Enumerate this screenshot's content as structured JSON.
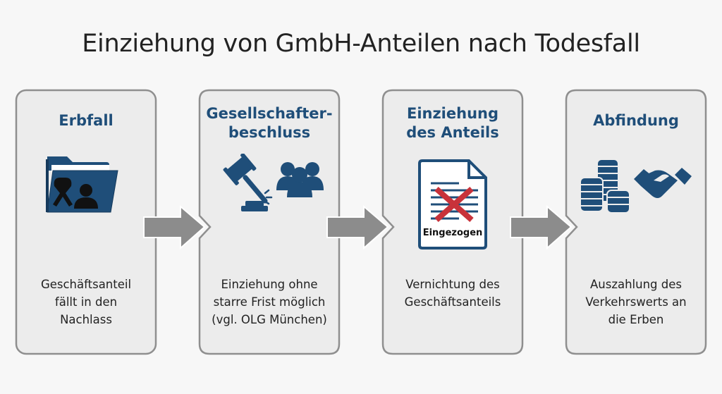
{
  "title": "Einziehung von GmbH-Anteilen nach Todesfall",
  "steps": [
    {
      "heading_lines": [
        "Erbfall"
      ],
      "icon": "folder-ribbon-person-icon",
      "desc_lines": [
        "Geschäftsanteil",
        "fällt in den",
        "Nachlass"
      ]
    },
    {
      "heading_lines": [
        "Gesellschafter-",
        "beschluss"
      ],
      "icon": "gavel-group-icon",
      "desc_lines": [
        "Einziehung ohne",
        "starre Frist möglich",
        "(vgl. OLG München)"
      ]
    },
    {
      "heading_lines": [
        "Einziehung",
        "des Anteils"
      ],
      "icon": "cancelled-document-icon",
      "icon_label": "Eingezogen",
      "desc_lines": [
        "Vernichtung des",
        "Geschäftsanteils"
      ]
    },
    {
      "heading_lines": [
        "Abfindung"
      ],
      "icon": "coins-handshake-icon",
      "desc_lines": [
        "Auszahlung des",
        "Verkehrswerts an",
        "die Erben"
      ]
    }
  ],
  "colors": {
    "accent": "#1f4e79",
    "card_bg": "#ececec",
    "card_border": "#8f8f8f",
    "arrow": "#8c8c8c",
    "cross": "#c8323a"
  }
}
